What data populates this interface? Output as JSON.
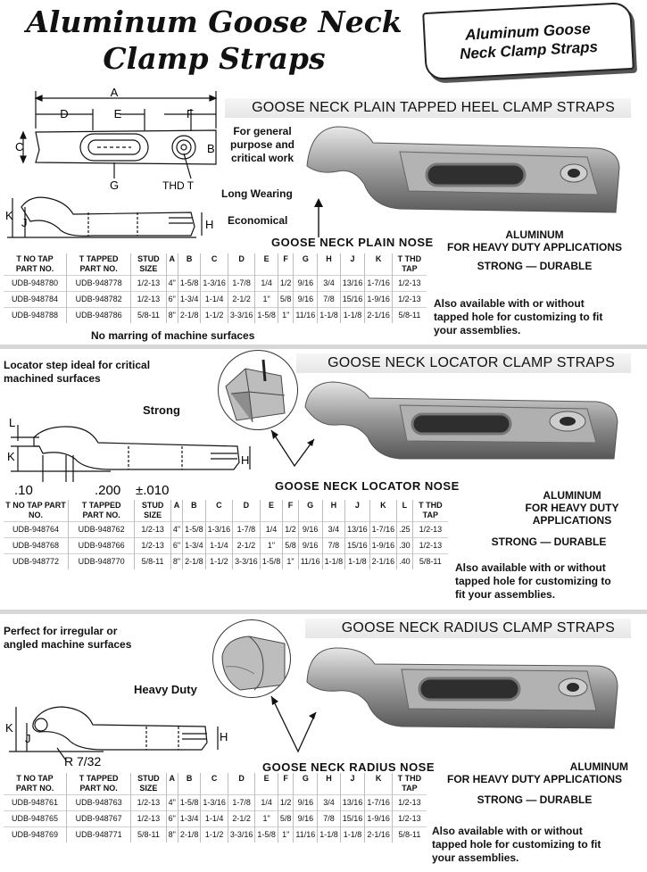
{
  "header": {
    "title_line1": "Aluminum Goose Neck",
    "title_line2": "Clamp Straps",
    "tag_line1": "Aluminum Goose",
    "tag_line2": "Neck Clamp Straps"
  },
  "section1": {
    "banner": "GOOSE NECK PLAIN TAPPED HEEL CLAMP STRAPS",
    "feature_line1": "For general",
    "feature_line2": "purpose and",
    "feature_line3": "critical work",
    "long_wearing": "Long Wearing",
    "economical": "Economical",
    "nose_label": "GOOSE NECK PLAIN NOSE",
    "dim_labels": {
      "A": "A",
      "D": "D",
      "E": "E",
      "F": "F",
      "C": "C",
      "B": "B",
      "G": "G",
      "thd": "THD T",
      "K": "K",
      "J": "J",
      "H": "H"
    },
    "side_line1": "ALUMINUM",
    "side_line2": "FOR HEAVY DUTY APPLICATIONS",
    "strong": "STRONG — DURABLE",
    "also_line1": "Also available with or without",
    "also_line2": "tapped hole for customizing to fit",
    "also_line3": "your assemblies.",
    "bottom_note": "No marring of machine surfaces",
    "table": {
      "headers": [
        "T NO TAP PART NO.",
        "T TAPPED PART NO.",
        "STUD SIZE",
        "A",
        "B",
        "C",
        "D",
        "E",
        "F",
        "G",
        "H",
        "J",
        "K",
        "T THD TAP"
      ],
      "rows": [
        [
          "UDB-948780",
          "UDB-948778",
          "1/2-13",
          "4\"",
          "1-5/8",
          "1-3/16",
          "1-7/8",
          "1/4",
          "1/2",
          "9/16",
          "3/4",
          "13/16",
          "1-7/16",
          "1/2-13"
        ],
        [
          "UDB-948784",
          "UDB-948782",
          "1/2-13",
          "6\"",
          "1-3/4",
          "1-1/4",
          "2-1/2",
          "1\"",
          "5/8",
          "9/16",
          "7/8",
          "15/16",
          "1-9/16",
          "1/2-13"
        ],
        [
          "UDB-948788",
          "UDB-948786",
          "5/8-11",
          "8\"",
          "2-1/8",
          "1-1/2",
          "3-3/16",
          "1-5/8",
          "1\"",
          "11/16",
          "1-1/8",
          "1-1/8",
          "2-1/16",
          "5/8-11"
        ]
      ]
    }
  },
  "section2": {
    "banner": "GOOSE NECK LOCATOR CLAMP STRAPS",
    "locator_line1": "Locator step ideal for critical",
    "locator_line2": "machined surfaces",
    "strong_label": "Strong",
    "nose_label": "GOOSE NECK LOCATOR NOSE",
    "dim_labels": {
      "L": "L",
      "K": "K",
      "H": "H",
      "d1": ".10",
      "d2": ".200",
      "d3": "±.010"
    },
    "side_line1": "ALUMINUM",
    "side_line2": "FOR HEAVY DUTY",
    "side_line3": "APPLICATIONS",
    "strong": "STRONG — DURABLE",
    "also_line1": "Also available with or without",
    "also_line2": "tapped hole for customizing to",
    "also_line3": "fit your assemblies.",
    "table": {
      "headers": [
        "T NO TAP PART NO.",
        "T TAPPED PART NO.",
        "STUD SIZE",
        "A",
        "B",
        "C",
        "D",
        "E",
        "F",
        "G",
        "H",
        "J",
        "K",
        "L",
        "T THD TAP"
      ],
      "rows": [
        [
          "UDB-948764",
          "UDB-948762",
          "1/2-13",
          "4\"",
          "1-5/8",
          "1-3/16",
          "1-7/8",
          "1/4",
          "1/2",
          "9/16",
          "3/4",
          "13/16",
          "1-7/16",
          ".25",
          "1/2-13"
        ],
        [
          "UDB-948768",
          "UDB-948766",
          "1/2-13",
          "6\"",
          "1-3/4",
          "1-1/4",
          "2-1/2",
          "1\"",
          "5/8",
          "9/16",
          "7/8",
          "15/16",
          "1-9/16",
          ".30",
          "1/2-13"
        ],
        [
          "UDB-948772",
          "UDB-948770",
          "5/8-11",
          "8\"",
          "2-1/8",
          "1-1/2",
          "3-3/16",
          "1-5/8",
          "1\"",
          "11/16",
          "1-1/8",
          "1-1/8",
          "2-1/16",
          ".40",
          "5/8-11"
        ]
      ]
    }
  },
  "section3": {
    "banner": "GOOSE NECK RADIUS CLAMP STRAPS",
    "perfect_line1": "Perfect for irregular or",
    "perfect_line2": "angled machine surfaces",
    "heavy_duty": "Heavy Duty",
    "nose_label": "GOOSE NECK RADIUS NOSE",
    "dim_labels": {
      "K": "K",
      "J": "J",
      "H": "H",
      "R": "R 7/32"
    },
    "side_line1": "ALUMINUM",
    "side_line2": "FOR HEAVY DUTY APPLICATIONS",
    "strong": "STRONG — DURABLE",
    "also_line1": "Also available with or without",
    "also_line2": "tapped hole for customizing to fit",
    "also_line3": "your assemblies.",
    "table": {
      "headers": [
        "T NO TAP PART NO.",
        "T TAPPED PART NO.",
        "STUD SIZE",
        "A",
        "B",
        "C",
        "D",
        "E",
        "F",
        "G",
        "H",
        "J",
        "K",
        "T THD TAP"
      ],
      "rows": [
        [
          "UDB-948761",
          "UDB-948763",
          "1/2-13",
          "4\"",
          "1-5/8",
          "1-3/16",
          "1-7/8",
          "1/4",
          "1/2",
          "9/16",
          "3/4",
          "13/16",
          "1-7/16",
          "1/2-13"
        ],
        [
          "UDB-948765",
          "UDB-948767",
          "1/2-13",
          "6\"",
          "1-3/4",
          "1-1/4",
          "2-1/2",
          "1\"",
          "5/8",
          "9/16",
          "7/8",
          "15/16",
          "1-9/16",
          "1/2-13"
        ],
        [
          "UDB-948769",
          "UDB-948771",
          "5/8-11",
          "8\"",
          "2-1/8",
          "1-1/2",
          "3-3/16",
          "1-5/8",
          "1\"",
          "11/16",
          "1-1/8",
          "1-1/8",
          "2-1/16",
          "5/8-11"
        ]
      ]
    }
  }
}
